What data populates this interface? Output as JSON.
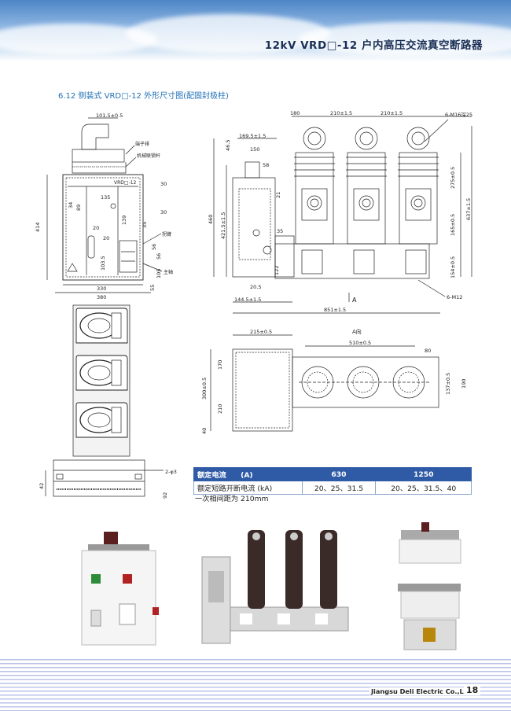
{
  "header": {
    "title": "12kV VRD□-12 户内高压交流真空断路器"
  },
  "section": {
    "title": "6.12 侧装式 VRD□-12 外形尺寸图(配固封极柱)"
  },
  "left_drawing": {
    "dims": {
      "d101": "101.5±0.5",
      "terminal": "端子排",
      "mech": "机械联锁杆",
      "model": "VRD□-12",
      "d414": "414",
      "d30a": "30",
      "d30b": "30",
      "d135": "135",
      "d34": "34",
      "d89": "89",
      "d20a": "20",
      "d20b": "20",
      "d139": "139",
      "d35": "35",
      "d56": "56",
      "d103": "103.5",
      "arm": "拐臂",
      "d56b": "56",
      "d105": "105",
      "shaft": "主轴",
      "d55": "55",
      "d330": "330",
      "d380": "380"
    }
  },
  "right_drawing": {
    "dims": {
      "d180": "180",
      "d210a": "210±1.5",
      "d210b": "210±1.5",
      "m16": "6-M16深25",
      "d169": "169.5±1.5",
      "d150": "150",
      "d46": "46.5",
      "d58": "58",
      "d21": "21",
      "d275": "275±0.5",
      "d637": "637±1.5",
      "d460": "460",
      "d421": "421.5±1.5",
      "d35": "35",
      "d165": "165±0.5",
      "d154": "154±0.5",
      "d122": "122",
      "d20": "20.5",
      "m12": "6-M12",
      "d144": "144.5±1.5",
      "arrowA": "A",
      "d851": "851±1.5"
    }
  },
  "top_view": {
    "dims": {
      "d215": "215±0.5",
      "viewA": "A向",
      "d510": "510±0.5",
      "d80": "80",
      "d170": "170",
      "d300": "300±0.5",
      "d210": "210",
      "d40": "40",
      "d137": "137±0.5",
      "d190": "190"
    }
  },
  "bottom_left": {
    "dims": {
      "holes": "2-φ3",
      "d42": "42",
      "d92": "92"
    }
  },
  "spec_table": {
    "header": [
      "额定电流　　(A)",
      "630",
      "1250"
    ],
    "row": [
      "额定短路开断电流 (kA)",
      "20、25、31.5",
      "20、25、31.5、40"
    ]
  },
  "note": "一次相间距为 210mm",
  "footer": {
    "company": "Jiangsu Deli Electric Co.,Ltd.",
    "page": "18"
  },
  "colors": {
    "accent": "#1f6fb5",
    "table_header": "#2f5aa6",
    "insulator": "#3a2a28"
  }
}
